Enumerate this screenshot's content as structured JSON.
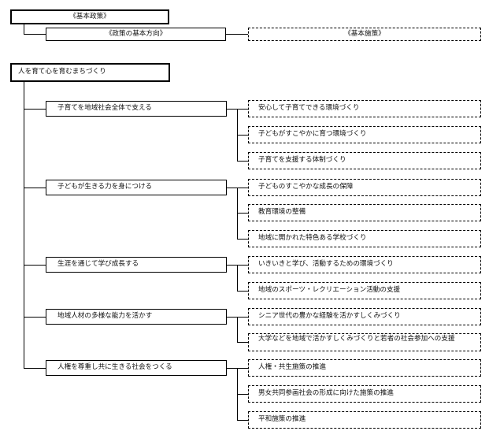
{
  "legend": {
    "policy": "《基本政策》",
    "direction": "《政策の基本方向》",
    "measure": "《基本施策》"
  },
  "policy": {
    "title": "人を育て心を育むまちづくり",
    "directions": [
      {
        "label": "子育てを地域社会全体で支える",
        "measures": [
          "安心して子育てできる環境づくり",
          "子どもがすこやかに育つ環境づくり",
          "子育てを支援する体制づくり"
        ]
      },
      {
        "label": "子どもが生きる力を身につける",
        "measures": [
          "子どものすこやかな成長の保障",
          "教育環境の整備",
          "地域に開かれた特色ある学校づくり"
        ]
      },
      {
        "label": "生涯を通じて学び成長する",
        "measures": [
          "いきいきと学び、活動するための環境づくり",
          "地域のスポーツ・レクリエーション活動の支援"
        ]
      },
      {
        "label": "地域人材の多様な能力を活かす",
        "measures": [
          "シニア世代の豊かな経験を活かすしくみづくり",
          "大学などを地域で活かすしくみづくりと若者の社会参加への支援"
        ]
      },
      {
        "label": "人権を尊重し共に生きる社会をつくる",
        "measures": [
          "人権・共生施策の推進",
          "男女共同参画社会の形成に向けた施策の推進",
          "平和施策の推進"
        ]
      }
    ]
  }
}
